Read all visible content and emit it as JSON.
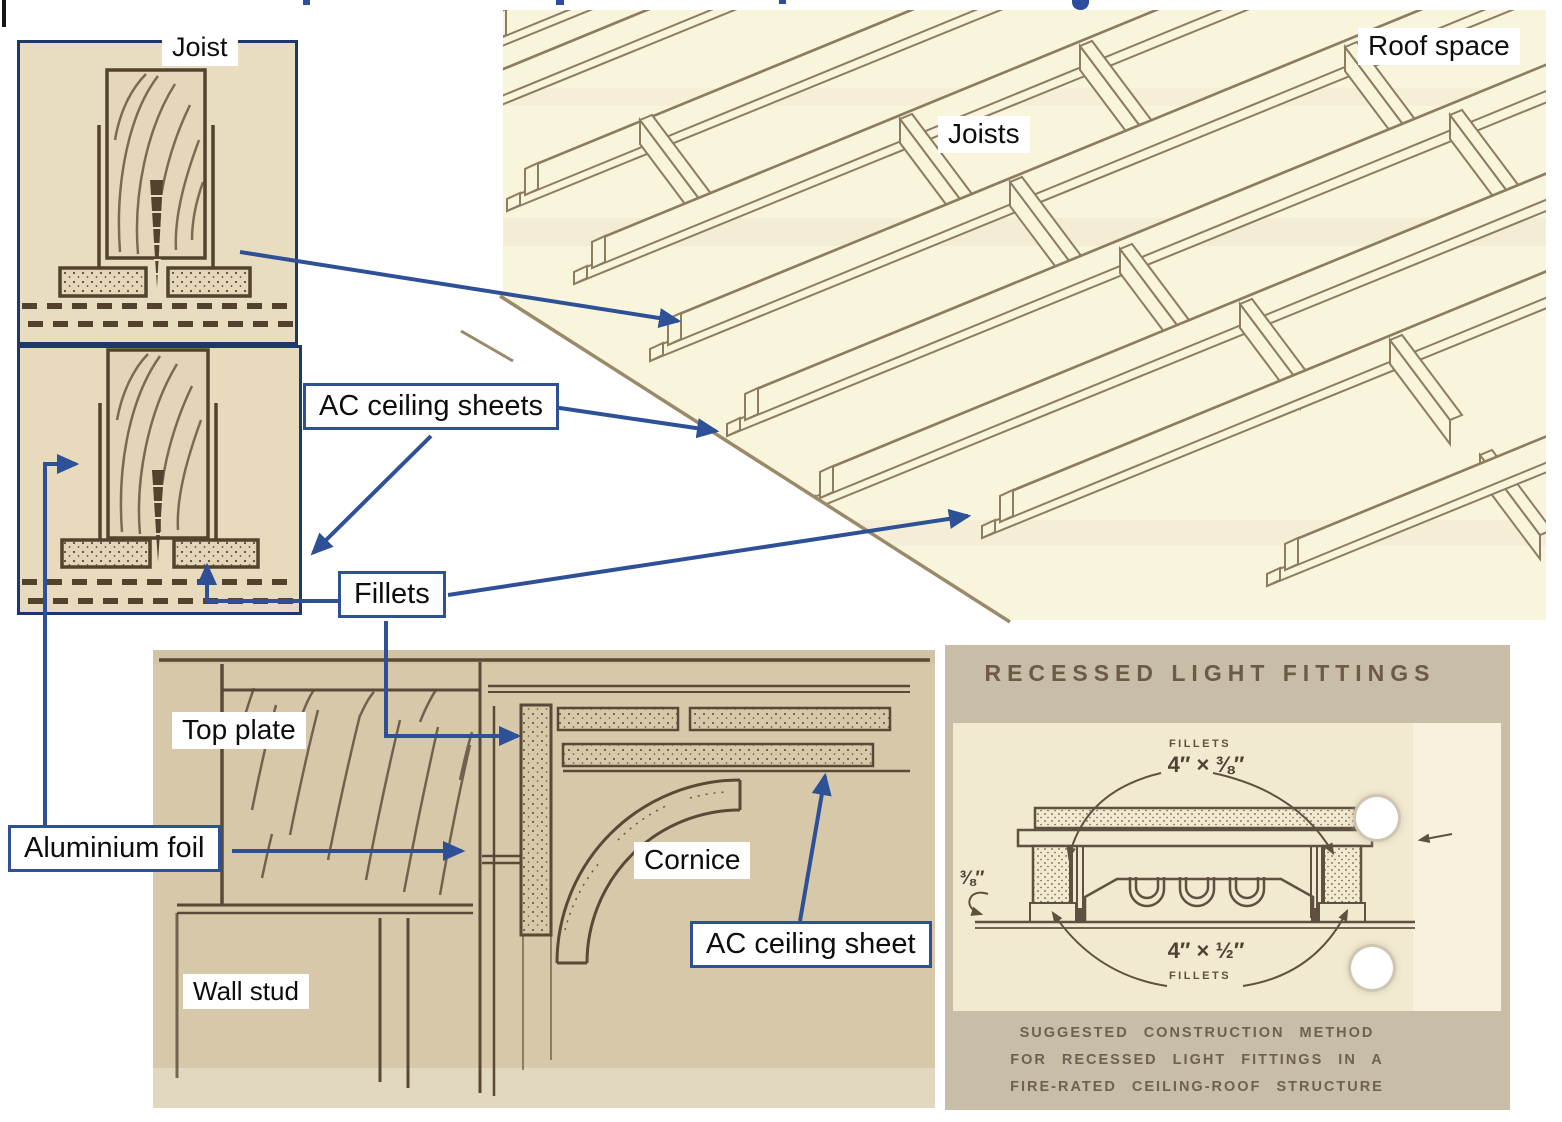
{
  "colors": {
    "annotation_blue": "#2e5096",
    "panel_border_navy": "#1b3a6b",
    "scan_ink_brown": "#5a4936",
    "print_ink": "#5f5140",
    "panel_beige": "#e9ddc1",
    "wall_tan": "#d7c8aa",
    "iso_cream": "#f9f4dc",
    "recessed_grey": "#c8bda6"
  },
  "annotations": {
    "joist": "Joist",
    "joists": "Joists",
    "roof_space": "Roof space",
    "ac_ceiling_sheets": "AC ceiling sheets",
    "fillets": "Fillets",
    "top_plate": "Top plate",
    "aluminium_foil": "Aluminium foil",
    "cornice": "Cornice",
    "wall_stud": "Wall stud",
    "ac_ceiling_sheet": "AC ceiling sheet"
  },
  "recessed_panel": {
    "title": "RECESSED LIGHT FITTINGS",
    "top_fillets_label": "FILLETS",
    "top_fillets_size": "4″ × ⅜″",
    "sheet_thickness": "⅜″",
    "bottom_fillets_size": "4″ × ½″",
    "bottom_fillets_label": "FILLETS",
    "caption": [
      "SUGGESTED CONSTRUCTION METHOD",
      "FOR RECESSED LIGHT FITTINGS IN A",
      "FIRE-RATED CEILING-ROOF STRUCTURE"
    ]
  }
}
